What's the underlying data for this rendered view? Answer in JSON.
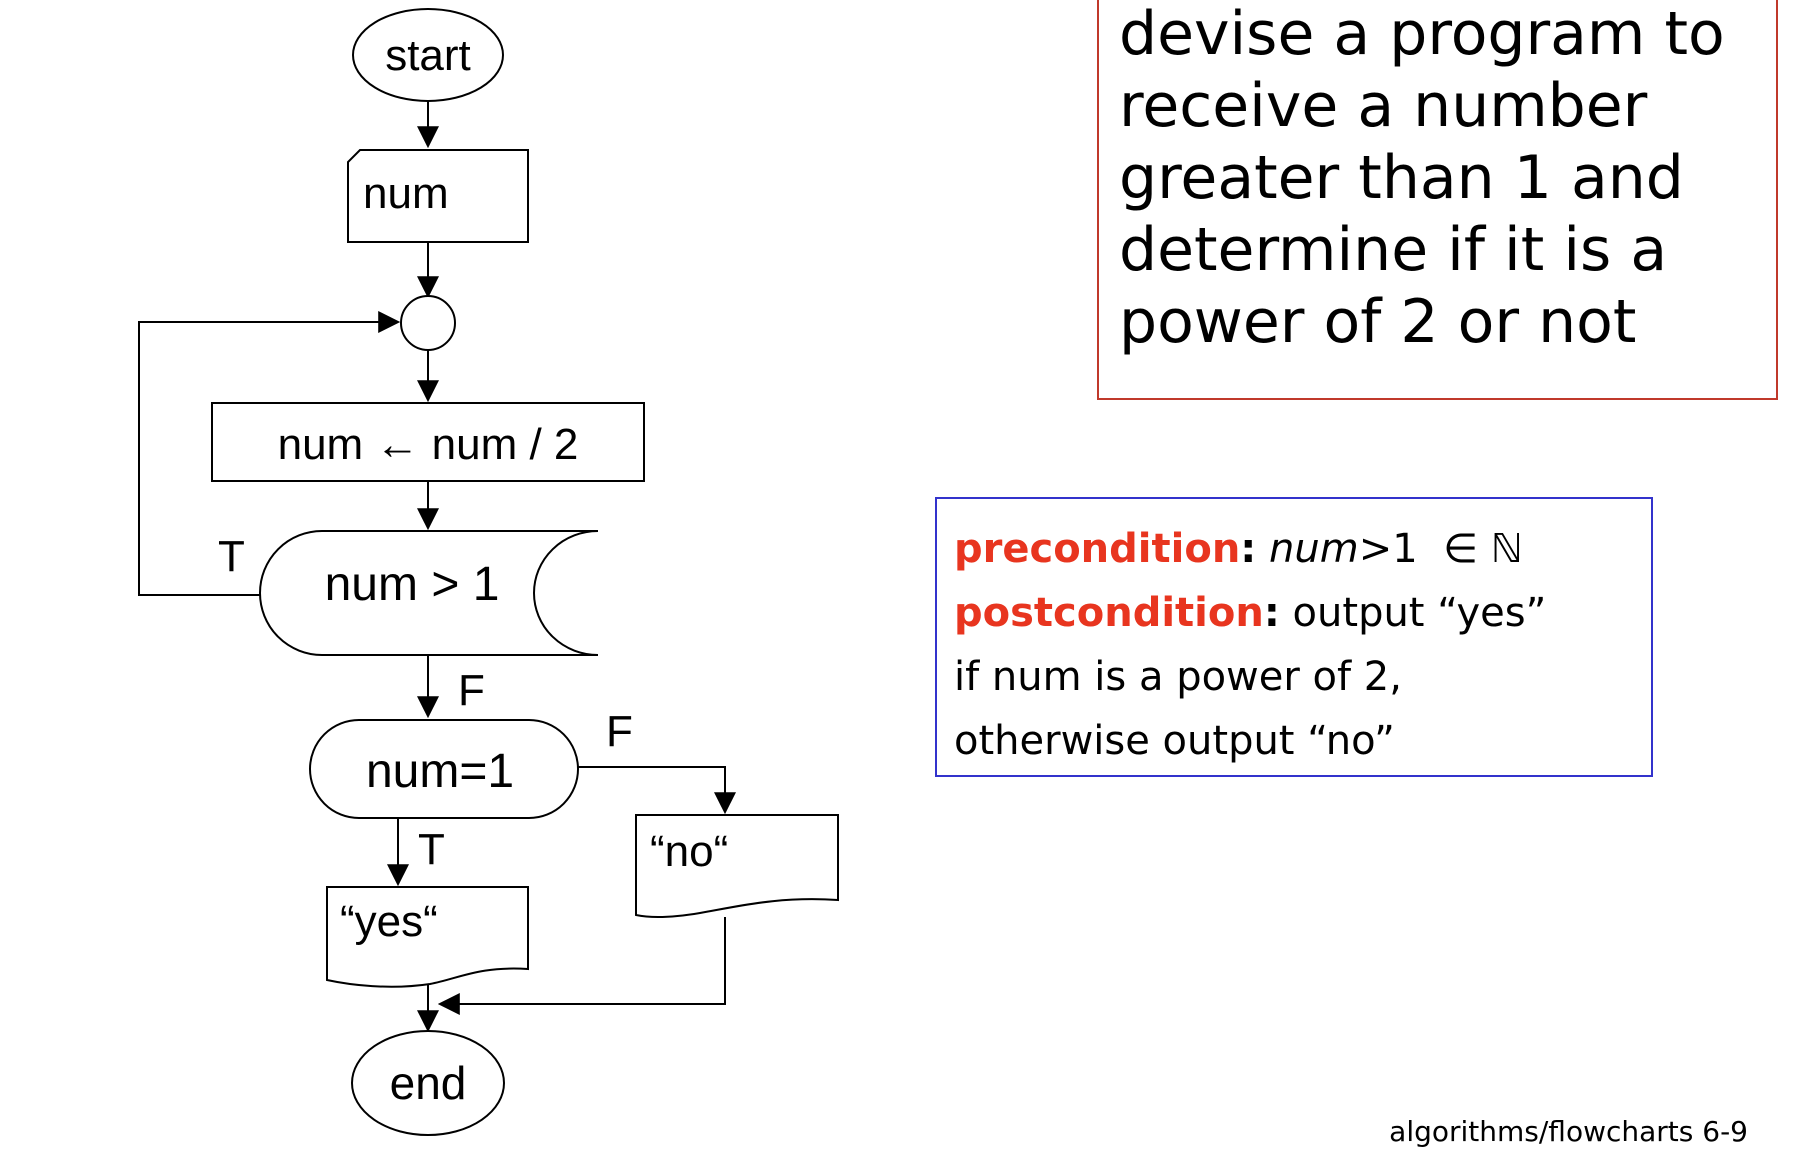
{
  "flowchart": {
    "start": "start",
    "input": "num",
    "assign": "num ← num / 2",
    "loop_condition": "num > 1",
    "loop_true": "T",
    "loop_false": "F",
    "check_condition": "num=1",
    "check_false": "F",
    "check_true": "T",
    "output_no": "“no“",
    "output_yes": "“yes“",
    "end": "end"
  },
  "problem": {
    "lines": [
      "devise a program to",
      "receive a number",
      "greater than 1 and",
      "determine if it is a",
      "power of 2 or not"
    ]
  },
  "conditions": {
    "pre_label": "precondition",
    "pre_colon": ":",
    "pre_var": "num",
    "pre_rest": ">1",
    "pre_set": "∈ ℕ",
    "post_label": "postcondition",
    "post_colon": ":",
    "post_rest": " output “yes”",
    "line3": "if num is a power of 2,",
    "line4": "otherwise output “no”"
  },
  "footer": "algorithms/flowcharts 6-9",
  "colors": {
    "problem_border": "#c0392b",
    "condition_border": "#3333cc",
    "keyword": "#e8351f"
  }
}
